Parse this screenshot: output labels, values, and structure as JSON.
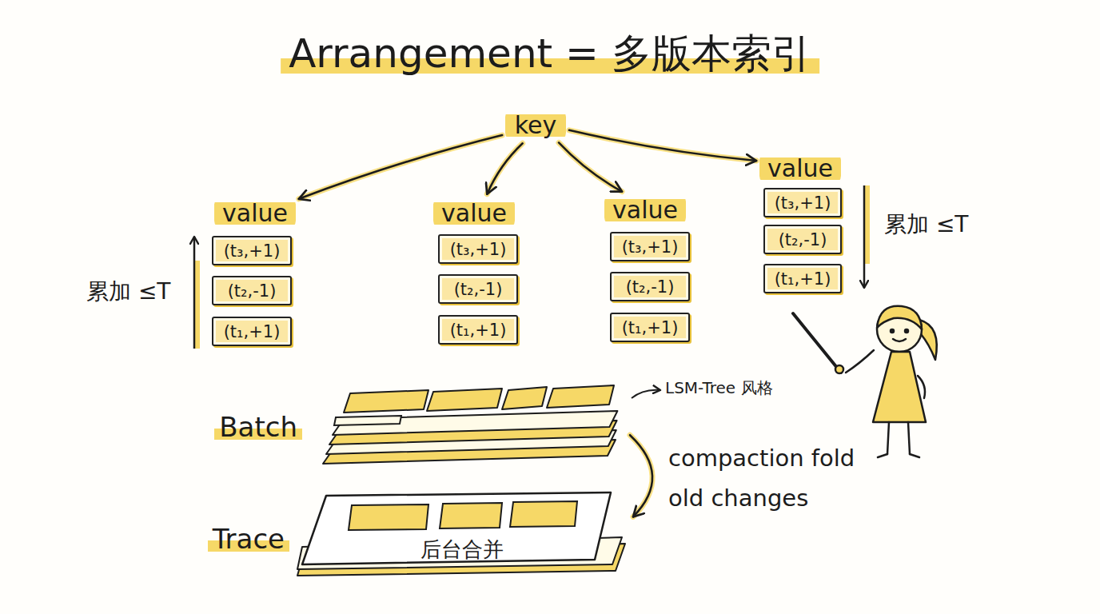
{
  "diagram": {
    "title": "Arrangement = 多版本索引",
    "nodes": [
      {
        "text": [
          "key"
        ]
      },
      {
        "text": [
          "value"
        ]
      },
      {
        "text": [
          "value"
        ]
      },
      {
        "text": [
          "value"
        ]
      },
      {
        "text": [
          "value"
        ]
      },
      {
        "text": [
          "(t₃,+1)"
        ]
      },
      {
        "text": [
          "(t₂,-1)"
        ]
      },
      {
        "text": [
          "(t₁,+1)"
        ]
      },
      {
        "text": [
          "(t₃,+1)"
        ]
      },
      {
        "text": [
          "(t₂,-1)"
        ]
      },
      {
        "text": [
          "(t₁,+1)"
        ]
      },
      {
        "text": [
          "(t₃,+1)"
        ]
      },
      {
        "text": [
          "(t₂,-1)"
        ]
      },
      {
        "text": [
          "(t₁,+1)"
        ]
      },
      {
        "text": [
          "(t₃,+1)"
        ]
      },
      {
        "text": [
          "(t₂,-1)"
        ]
      },
      {
        "text": [
          "(t₁,+1)"
        ]
      },
      {
        "text": [
          "Batch"
        ]
      },
      {
        "text": [
          "Trace",
          "后台合并"
        ]
      }
    ],
    "edges": [
      {
        "from": 0,
        "to": 1,
        "arrow": "to"
      },
      {
        "from": 0,
        "to": 2,
        "arrow": "to"
      },
      {
        "from": 0,
        "to": 3,
        "arrow": "to"
      },
      {
        "from": 0,
        "to": 4,
        "arrow": "to"
      },
      {
        "from": 17,
        "to": 18,
        "label": "compaction fold old changes",
        "arrow": "to"
      }
    ],
    "labels": [
      "累加 ≤T",
      "累加 ≤T",
      "LSM-Tree 风格"
    ]
  }
}
